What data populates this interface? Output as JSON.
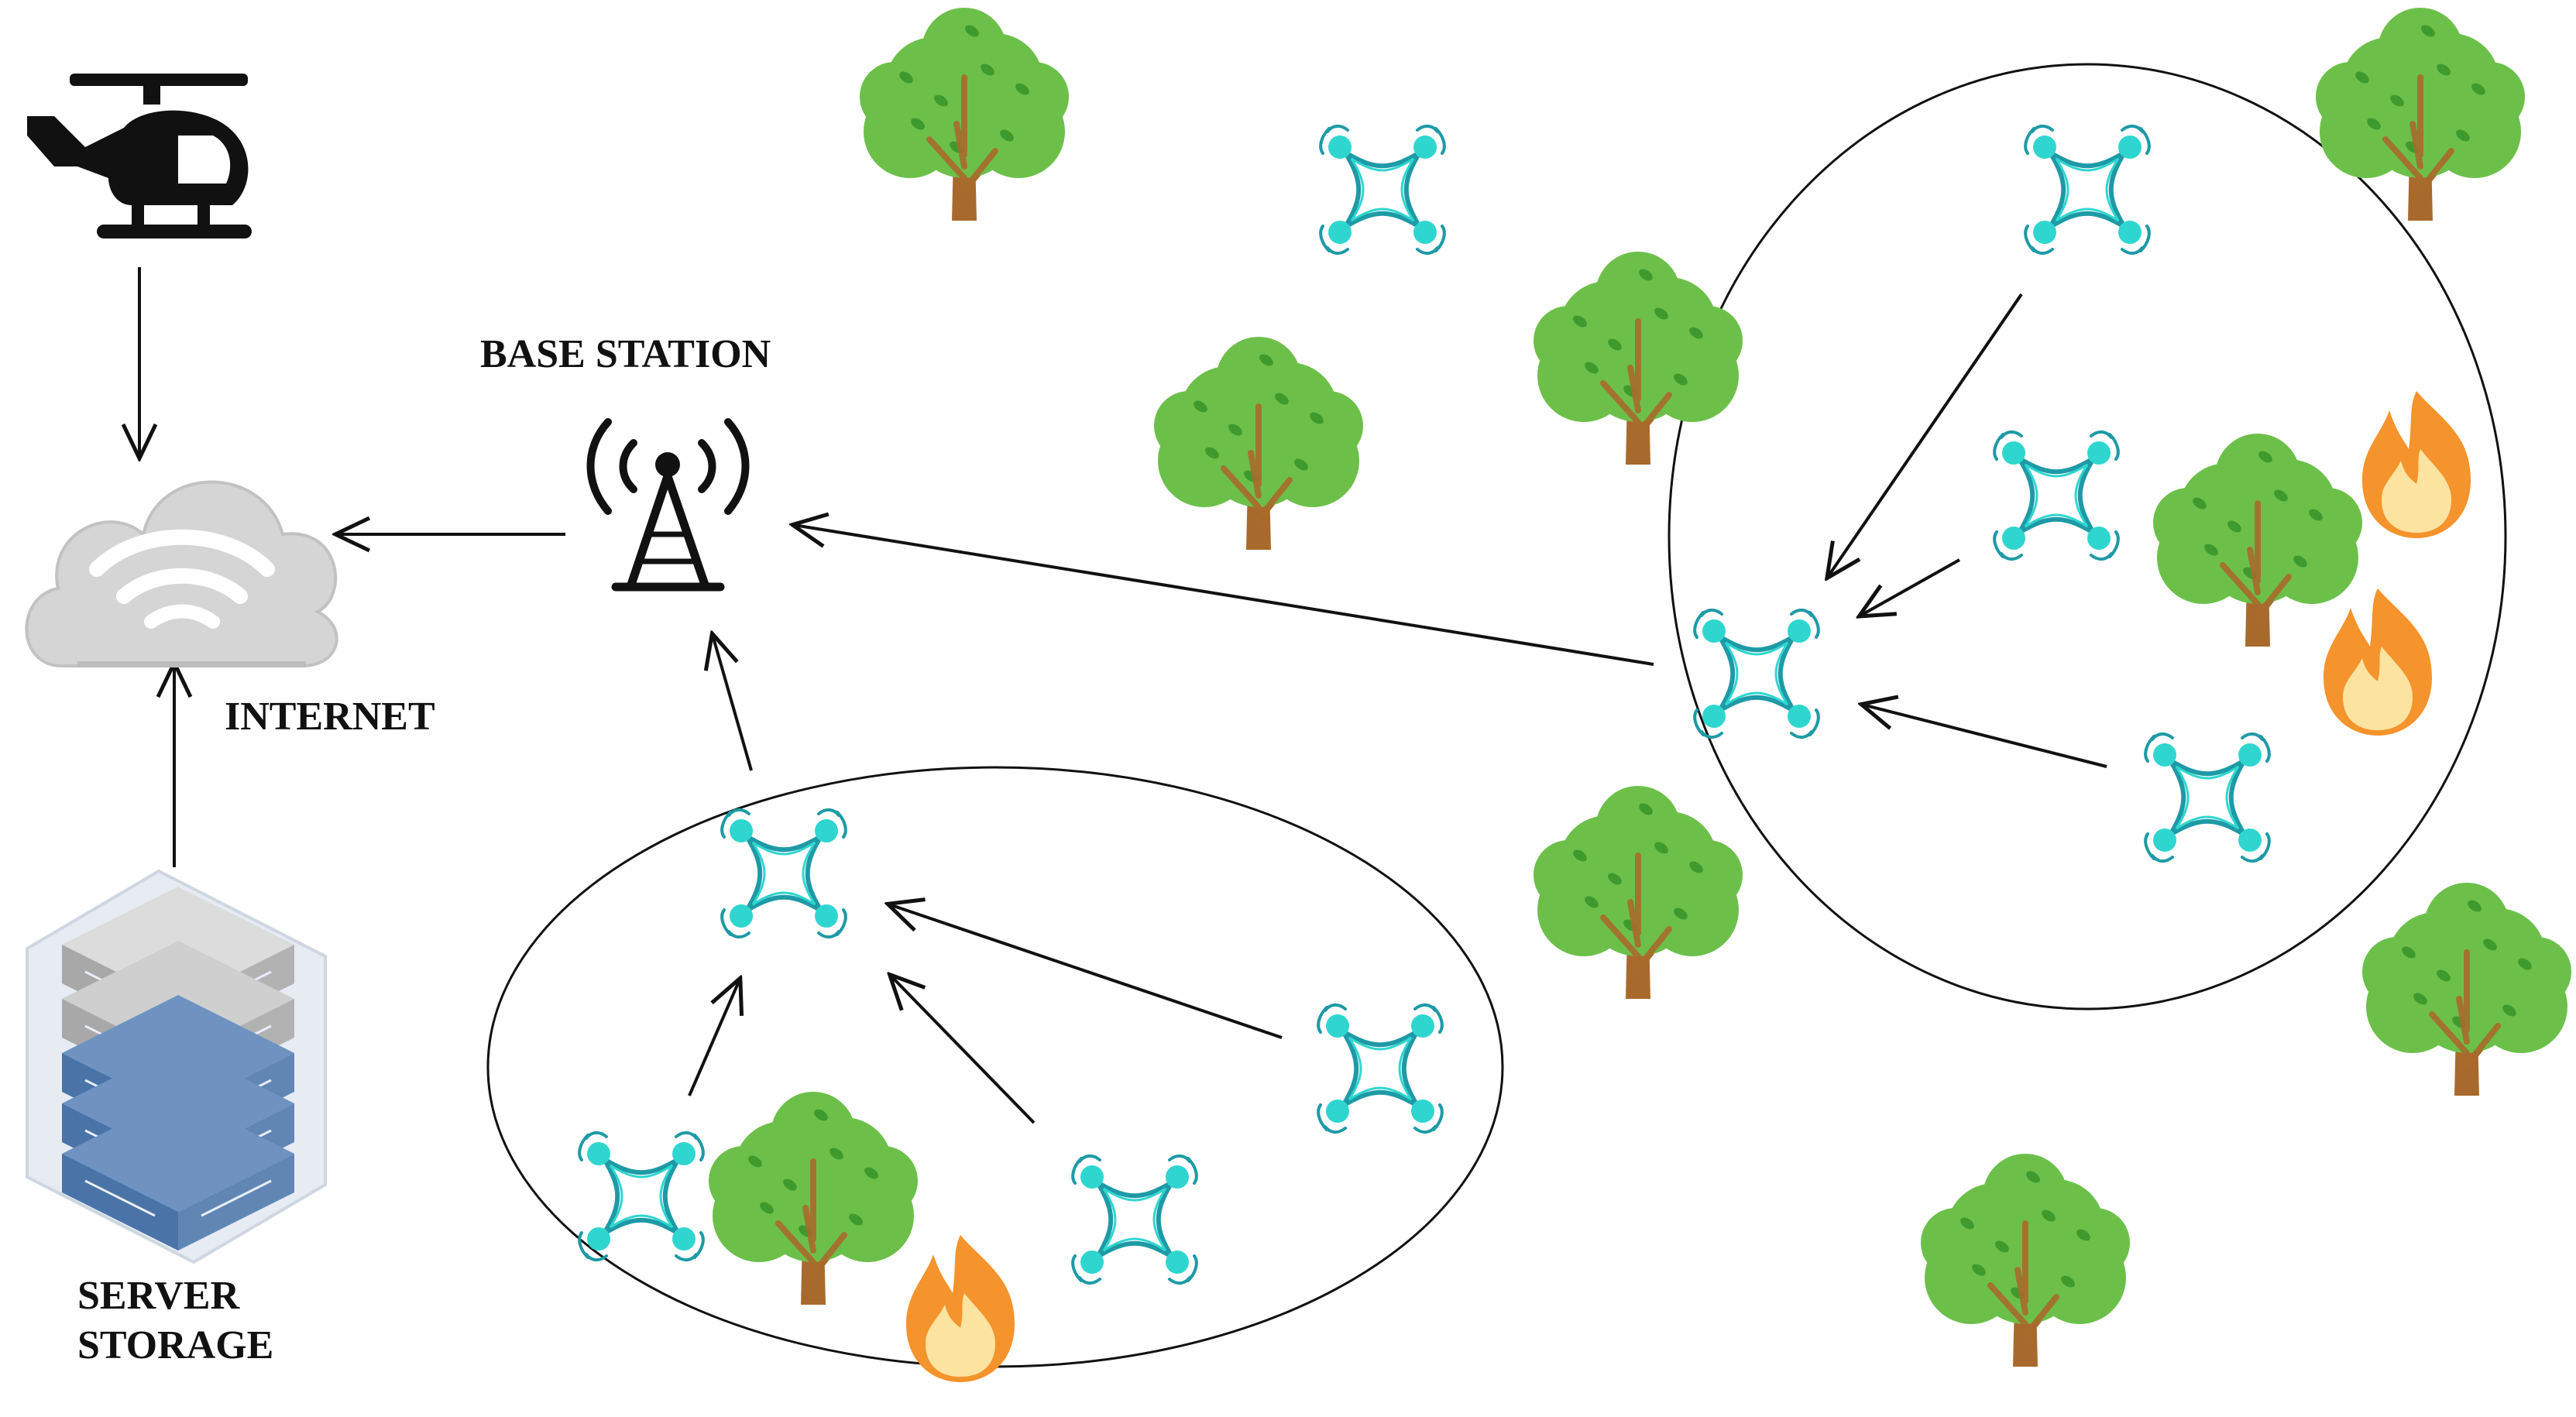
{
  "labels": {
    "base_station": "BASE STATION",
    "internet": "INTERNET",
    "server_line1": "SERVER",
    "server_line2": "STORAGE"
  },
  "icons": {
    "aircraft": "helicopter-icon",
    "cloud": "cloud-wifi-icon",
    "tower": "radio-tower-icon",
    "server": "server-rack-icon",
    "drone": "quadcopter-drone-icon",
    "tree": "tree-icon",
    "fire": "fire-icon"
  },
  "colors": {
    "drone_body": "#2fd6cf",
    "drone_frame": "#1e9aa6",
    "tree_foliage": "#6cc04a",
    "tree_foliage_dark": "#3f9a2e",
    "tree_trunk": "#a86a2c",
    "fire_outer": "#f5932c",
    "fire_inner": "#fde3a0",
    "cloud": "#d9d9d9",
    "server_blue": "#4a74a8",
    "server_gray": "#a8a8a8",
    "line": "#111111"
  }
}
